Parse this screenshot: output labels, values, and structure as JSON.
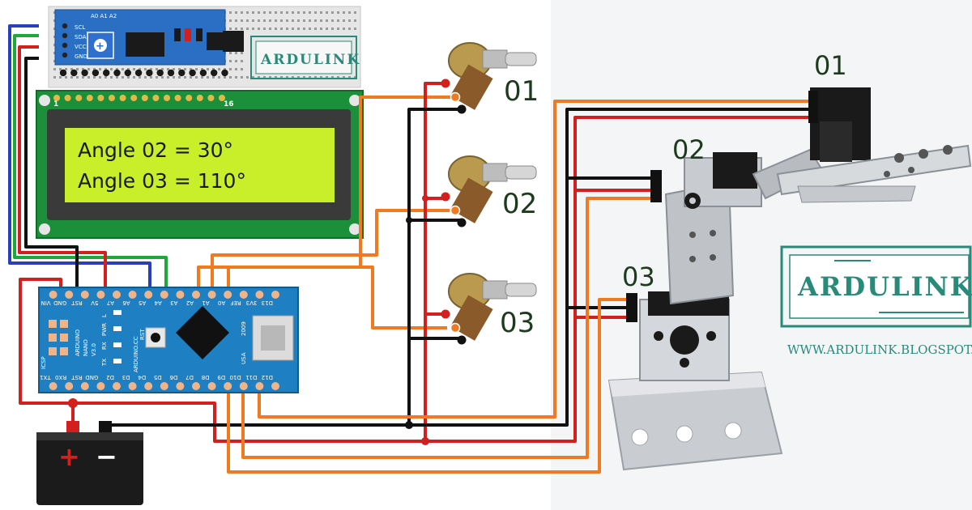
{
  "lcd": {
    "line1": "Angle 02 = 30°",
    "line2": "Angle 03 = 110°",
    "pin_first": "1",
    "pin_last": "16",
    "i2c_pins": [
      "SCL",
      "SDA",
      "VCC",
      "GND"
    ],
    "i2c_addr": "A0 A1 A2",
    "background_color": "#c9ef2a"
  },
  "potentiometers": [
    {
      "label": "01"
    },
    {
      "label": "02"
    },
    {
      "label": "03"
    }
  ],
  "servos": [
    {
      "label": "01"
    },
    {
      "label": "02"
    },
    {
      "label": "03"
    }
  ],
  "brand": {
    "logo_small": "ARDULINK",
    "logo_large": "ARDULINK",
    "url": "WWW.ARDULINK.BLOGSPOT.CO"
  },
  "arduino": {
    "name_line1": "ARDUINO",
    "name_line2": "NANO",
    "name_line3": "V3.0",
    "cc": "ARDUINO.CC",
    "year": "2009",
    "usa": "USA",
    "rst": "RST",
    "leds": [
      "L",
      "PWR",
      "RX",
      "TX"
    ],
    "icsp": "ICSP",
    "top_pins": [
      "D13",
      "3V3",
      "REF",
      "A0",
      "A1",
      "A2",
      "A3",
      "A4",
      "A5",
      "A6",
      "A7",
      "5V",
      "RST",
      "GND",
      "VIN"
    ],
    "bottom_pins": [
      "D12",
      "D11",
      "D10",
      "D9",
      "D8",
      "D7",
      "D6",
      "D5",
      "D4",
      "D3",
      "D2",
      "GND",
      "RST",
      "RX0",
      "TX1"
    ]
  },
  "battery": {
    "plus": "+",
    "minus": "−"
  },
  "colors": {
    "wire_red": "#d41f1f",
    "wire_black": "#111111",
    "wire_orange": "#f07a1f",
    "wire_blue": "#2a3fbf",
    "wire_green": "#1fa83a",
    "board_blue": "#1e7fc2",
    "brand_teal": "#2a8a7a",
    "lcd_green": "#c9ef2a"
  }
}
